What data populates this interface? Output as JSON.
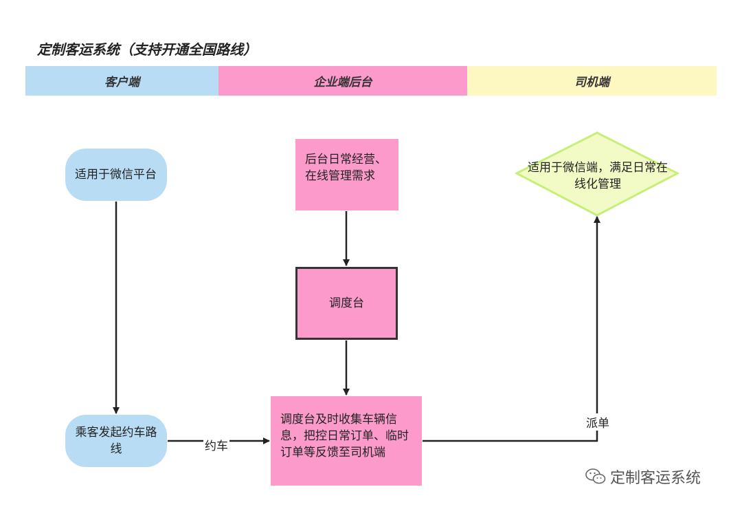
{
  "title": "定制客运系统（支持开通全国路线）",
  "lanes": {
    "client": "客户端",
    "enterprise": "企业端后台",
    "driver": "司机端"
  },
  "nodes": {
    "client_platform": "适用于微信平台",
    "client_request": "乘客发起约车路线",
    "backend_ops": "后台日常经营、在线管理需求",
    "dispatch_desk": "调度台",
    "collect_info": "调度台及时收集车辆信息，把控日常订单、临时订单等反馈至司机端",
    "driver_app": "适用于微信端，满足日常在线化管理"
  },
  "edges": {
    "book_car": "约车",
    "dispatch_order": "派单"
  },
  "watermark": "定制客运系统",
  "colors": {
    "lane_client": "#b9dcf5",
    "lane_enterprise": "#fb9acb",
    "lane_driver": "#fdf8c2",
    "diamond_fill": "#f2fbc6",
    "diamond_border": "#c8ee7a"
  }
}
